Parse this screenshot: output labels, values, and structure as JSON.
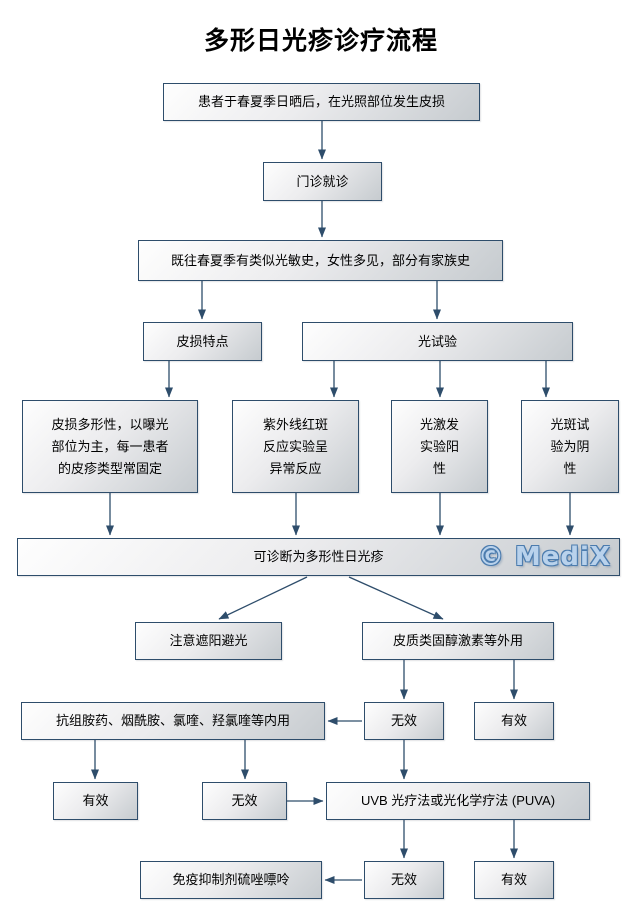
{
  "title": "多形日光疹诊疗流程",
  "watermark": "© MediX",
  "colors": {
    "box_border": "#2e4d6b",
    "arrow": "#2e4d6b",
    "box_gradient_start": "#fefefe",
    "box_gradient_end": "#c6cbcf",
    "watermark_fill": "#b9d2ec",
    "watermark_outline": "#4c7cae",
    "title_color": "#000000",
    "background": "#ffffff"
  },
  "nodes": {
    "patient": "患者于春夏季日晒后，在光照部位发生皮损",
    "clinic": "门诊就诊",
    "history": "既往春夏季有类似光敏史，女性多见，部分有家族史",
    "lesion_features": "皮损特点",
    "light_test": "光试验",
    "lesion_polymorphic": "皮损多形性，以曝光\n部位为主，每一患者\n的皮疹类型常固定",
    "uv_erythema": "紫外线红斑\n反应实验呈\n异常反应",
    "photo_provocation": "光激发\n实验阳\n性",
    "photo_patch": "光斑试\n验为阴\n性",
    "diagnosis": "可诊断为多形性日光疹",
    "sun_protection": "注意遮阳避光",
    "topical_steroid": "皮质类固醇激素等外用",
    "oral_drugs": "抗组胺药、烟酰胺、氯喹、羟氯喹等内用",
    "ineffective_b": "无效",
    "effective_b": "有效",
    "effective_c": "有效",
    "ineffective_c": "无效",
    "uvb": "UVB 光疗法或光化学疗法 (PUVA)",
    "immunosuppressant": "免疫抑制剂硫唑嘌呤",
    "ineffective_d": "无效",
    "effective_d": "有效"
  }
}
